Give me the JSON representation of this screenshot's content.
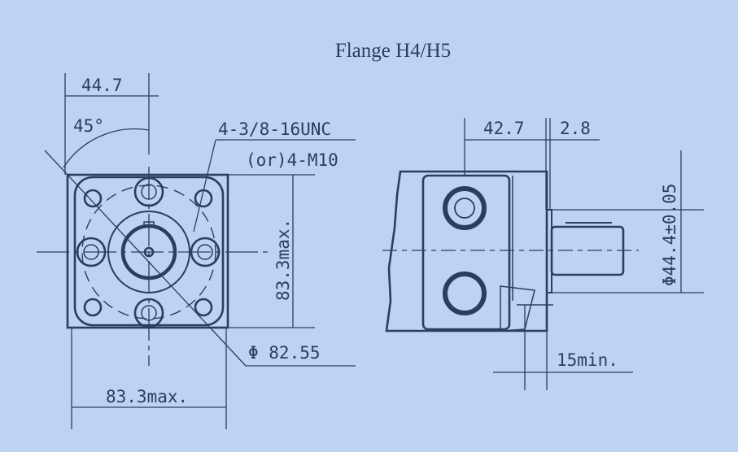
{
  "title": "Flange H4/H5",
  "front_view": {
    "dim_top": "44.7",
    "angle": "45°",
    "thread_spec": "4-3/8-16UNC",
    "thread_alt": "(or)4-M10",
    "dim_height": "83.3max.",
    "pilot_diameter": "Φ 82.55",
    "dim_width": "83.3max."
  },
  "side_view": {
    "dim_flange_pos": "42.7",
    "dim_flange_thk": "2.8",
    "pilot_dia": "Φ44.4±0.05",
    "dim_min": "15min."
  },
  "colors": {
    "background": "#bdd3f3",
    "ink": "#2c3e60"
  }
}
